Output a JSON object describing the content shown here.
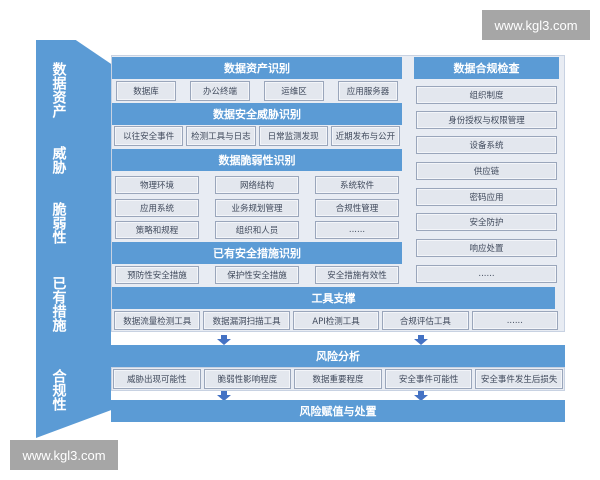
{
  "watermarks": {
    "top_right": "www.kgl3.com",
    "bottom_left": "www.kgl3.com"
  },
  "colors": {
    "primary_blue": "#5b9bd5",
    "cell_bg": "#e3e7ee",
    "cell_border": "#9aa6bb",
    "frame_bg": "#e8ecf3",
    "arrow_blue": "#4472c4"
  },
  "left_categories": [
    {
      "label": "数据资产"
    },
    {
      "label": "威胁"
    },
    {
      "label": "脆弱性"
    },
    {
      "label": "已有措施"
    },
    {
      "label": "合规性"
    }
  ],
  "sections": {
    "asset_identification": {
      "title": "数据资产识别",
      "items": [
        "数据库",
        "办公终端",
        "运维区",
        "应用服务器"
      ]
    },
    "threat_identification": {
      "title": "数据安全威胁识别",
      "items": [
        "以往安全事件",
        "检测工具与日志",
        "日常监测发现",
        "近期发布与公开"
      ]
    },
    "vulnerability_identification": {
      "title": "数据脆弱性识别",
      "rows": [
        [
          "物理环境",
          "网络结构",
          "系统软件"
        ],
        [
          "应用系统",
          "业务规划管理",
          "合规性管理"
        ],
        [
          "策略和规程",
          "组织和人员",
          "......"
        ]
      ]
    },
    "existing_measures": {
      "title": "已有安全措施识别",
      "items": [
        "预防性安全措施",
        "保护性安全措施",
        "安全措施有效性"
      ]
    },
    "compliance_check": {
      "title": "数据合规检查",
      "items": [
        "组织制度",
        "身份授权与权限管理",
        "设备系统",
        "供应链",
        "密码应用",
        "安全防护",
        "响应处置",
        "......"
      ]
    },
    "tool_support": {
      "title": "工具支撑",
      "items": [
        "数据流量检测工具",
        "数据漏洞扫描工具",
        "API检测工具",
        "合规评估工具",
        "......"
      ]
    },
    "risk_analysis": {
      "title": "风险分析",
      "items": [
        "威胁出现可能性",
        "脆弱性影响程度",
        "数据重要程度",
        "安全事件可能性",
        "安全事件发生后损失"
      ]
    },
    "risk_valuation": {
      "title": "风险赋值与处置"
    }
  }
}
